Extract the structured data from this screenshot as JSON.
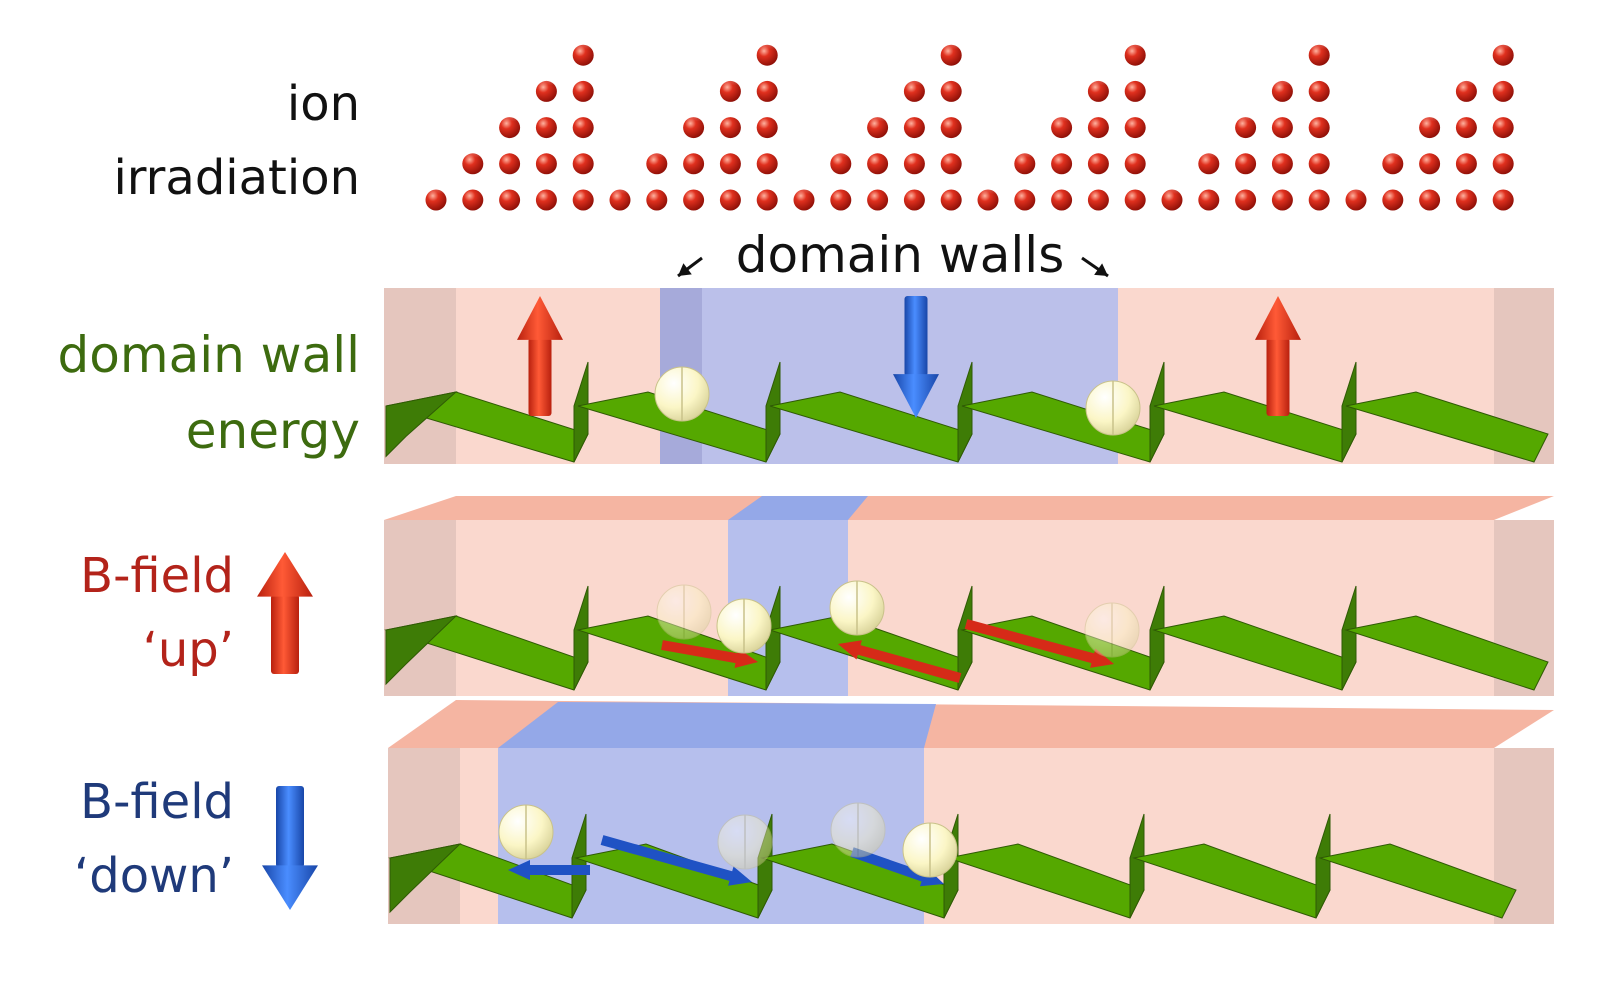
{
  "labels": {
    "ion_line1": "ion",
    "ion_line2": "irradiation",
    "domain_walls": "domain walls",
    "energy_line1": "domain wall",
    "energy_line2": "energy",
    "up_line1": "B-field",
    "up_line2": "‘up’",
    "down_line1": "B-field",
    "down_line2": "‘down’"
  },
  "colors": {
    "black_text": "#111111",
    "green_text": "#3d6b0f",
    "red_text": "#b3231a",
    "blue_text": "#1f3a7a",
    "ion_ball": "#cc1f14",
    "ribbon_top": "#55a800",
    "ribbon_side": "#3e7c06",
    "pink_region": "#f6b8a6",
    "blue_region": "#9fb7f7",
    "arrow_red": "#ee3a1e",
    "arrow_blue": "#2a6fe3",
    "ball": "#fbf6c6"
  },
  "icons": [
    "ion-ball-icon",
    "magnetization-up-arrow-icon",
    "magnetization-down-arrow-icon",
    "domain-wall-ball-icon",
    "b-field-up-arrow-icon",
    "b-field-down-arrow-icon",
    "motion-arrow-icon"
  ]
}
